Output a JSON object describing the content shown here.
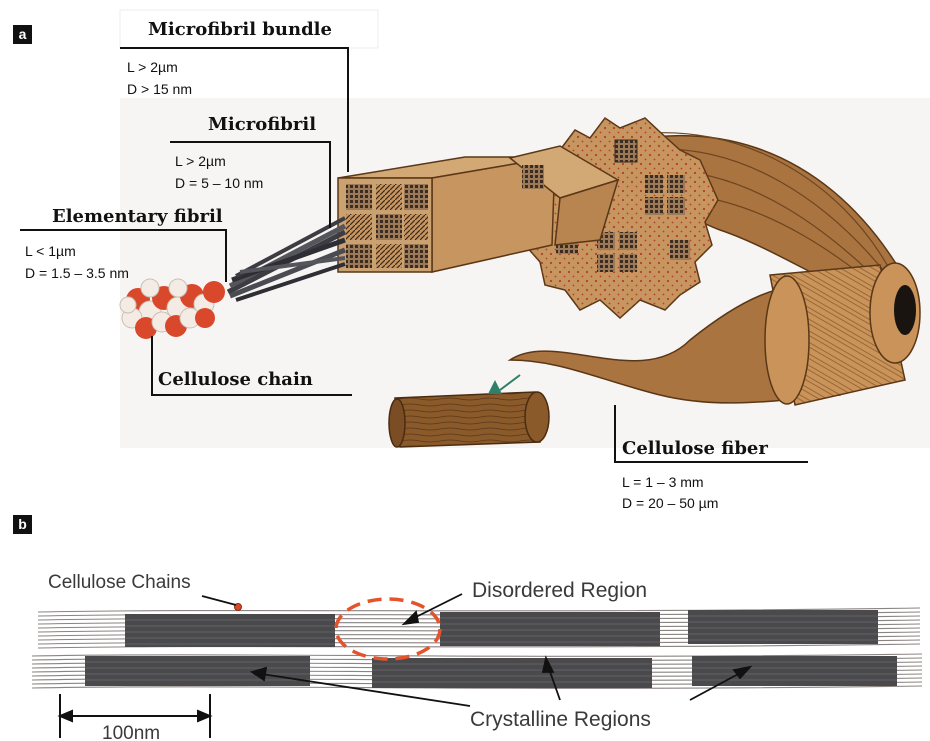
{
  "panel_a": {
    "badge": "a",
    "microfibril_bundle": {
      "title": "Microfibril bundle",
      "length": "L > 2µm",
      "diameter": "D > 15 nm"
    },
    "microfibril": {
      "title": "Microfibril",
      "length": "L > 2µm",
      "diameter": "D = 5 – 10 nm"
    },
    "elementary_fibril": {
      "title": "Elementary fibril",
      "length": "L < 1µm",
      "diameter": "D = 1.5 – 3.5 nm"
    },
    "cellulose_chain": {
      "title": "Cellulose chain"
    },
    "cellulose_fiber": {
      "title": "Cellulose fiber",
      "length": "L = 1 – 3 mm",
      "diameter": "D = 20 – 50 µm"
    }
  },
  "panel_b": {
    "badge": "b",
    "cellulose_chains_label": "Cellulose Chains",
    "disordered_region_label": "Disordered Region",
    "crystalline_regions_label": "Crystalline Regions",
    "scale_bar_label": "100nm"
  },
  "colors": {
    "tan": "#c7955f",
    "dark_brown": "#7a4d24",
    "fiber_brown": "#a9743f",
    "chain_red": "#d9482b",
    "crystal_gray": "#4a4a4c",
    "chain_gray": "#8a8482"
  }
}
